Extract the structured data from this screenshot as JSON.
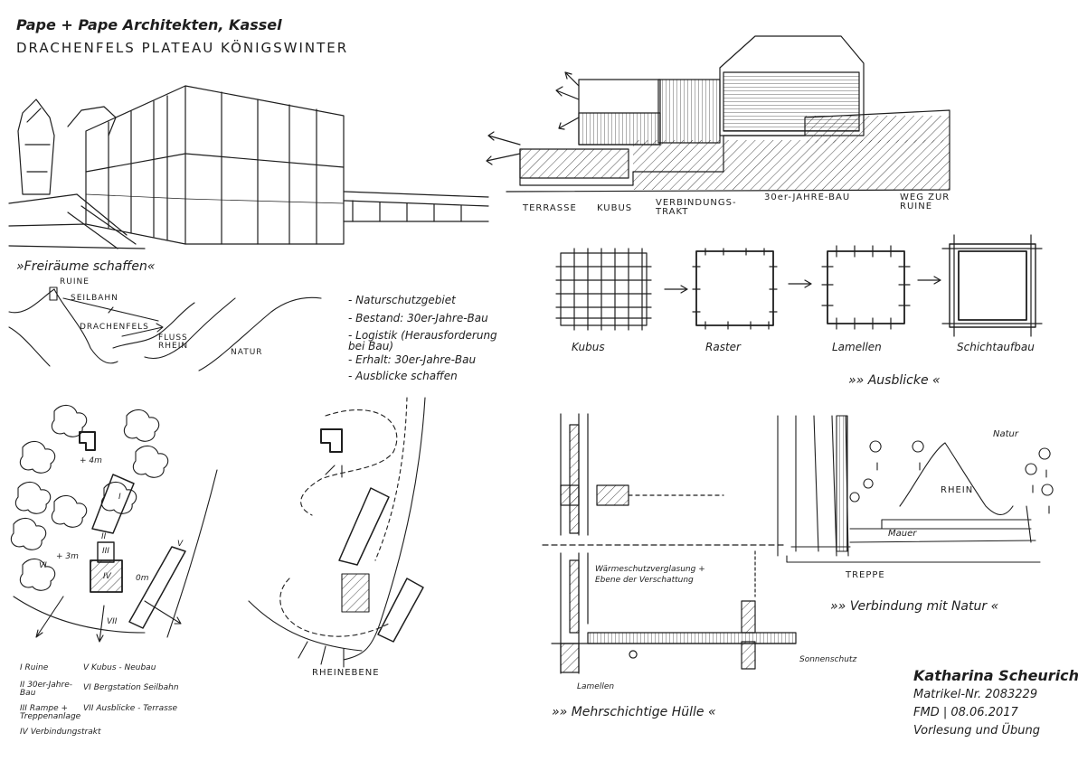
{
  "header": {
    "office": "Pape + Pape Architekten, Kassel",
    "project": "DRACHENFELS PLATEAU KÖNIGSWINTER"
  },
  "perspective": {
    "caption": "»Freiräume schaffen«"
  },
  "section": {
    "labels": [
      "TERRASSE",
      "KUBUS",
      "VERBINDUNGS-TRAKT",
      "30er-JAHRE-BAU",
      "WEG ZUR RUINE"
    ]
  },
  "site_sketch": {
    "labels": [
      "RUINE",
      "SEILBAHN",
      "DRACHENFELS",
      "FLUSS RHEIN",
      "NATUR"
    ],
    "notes": [
      "- Naturschutzgebiet",
      "- Bestand: 30er-Jahre-Bau",
      "- Logistik (Herausforderung bei Bau)",
      "- Erhalt: 30er-Jahre-Bau",
      "- Ausblicke schaffen"
    ]
  },
  "kubus_diagram": {
    "steps": [
      "Kubus",
      "Raster",
      "Lamellen",
      "Schichtaufbau"
    ],
    "caption": "»» Ausblicke «"
  },
  "site_plan": {
    "height_labels": [
      "+ 4m",
      "+ 3m",
      "0m"
    ],
    "markers": [
      "I",
      "II",
      "III",
      "IV",
      "V",
      "VI",
      "VII"
    ],
    "legend": [
      {
        "num": "I",
        "text": "Ruine"
      },
      {
        "num": "II",
        "text": "30er-Jahre-Bau"
      },
      {
        "num": "III",
        "text": "Rampe + Treppenanlage"
      },
      {
        "num": "IV",
        "text": "Verbindungstrakt"
      },
      {
        "num": "V",
        "text": "Kubus - Neubau"
      },
      {
        "num": "VI",
        "text": "Bergstation Seilbahn"
      },
      {
        "num": "VII",
        "text": "Ausblicke - Terrasse"
      }
    ]
  },
  "path_plan": {
    "caption": "RHEINEBENE"
  },
  "facade_detail": {
    "labels": [
      "Wärmeschutzverglasung + Ebene der Verschattung",
      "Sonnenschutz",
      "Lamellen"
    ],
    "caption": "»» Mehrschichtige Hülle «"
  },
  "nature_sketch": {
    "labels": [
      "Natur",
      "RHEIN",
      "Mauer",
      "TREPPE"
    ],
    "caption": "»» Verbindung mit Natur «"
  },
  "signature": {
    "name": "Katharina Scheurich",
    "matrikel": "Matrikel-Nr. 2083229",
    "course": "FMD | 08.06.2017",
    "type": "Vorlesung und Übung"
  },
  "colors": {
    "ink": "#1e1e1e",
    "paper": "#ffffff"
  }
}
